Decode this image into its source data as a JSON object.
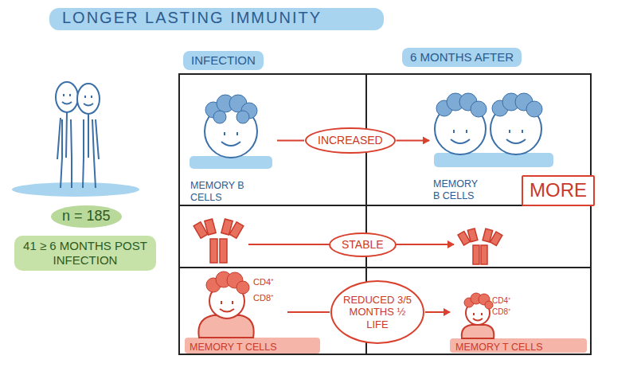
{
  "diagram": {
    "title": "LONGER LASTING IMMUNITY",
    "nodes": [
      {
        "text": [
          "n = 185"
        ]
      },
      {
        "text": [
          "41 ≥ 6 MONTHS POST INFECTION"
        ]
      },
      {
        "text": [
          "INFECTION"
        ]
      },
      {
        "text": [
          "6 MONTHS AFTER"
        ]
      },
      {
        "text": [
          "MEMORY B CELLS"
        ]
      },
      {
        "text": [
          "INCREASED"
        ]
      },
      {
        "text": [
          "MEMORY B CELLS"
        ]
      },
      {
        "text": [
          "MORE"
        ]
      },
      {
        "text": [
          "STABLE"
        ]
      },
      {
        "text": [
          "CD4⁺",
          "CD8⁺",
          "MEMORY T CELLS"
        ]
      },
      {
        "text": [
          "REDUCED 3/5 MONTHS ½ LIFE"
        ]
      },
      {
        "text": [
          "CD4⁺",
          "CD8⁺",
          "MEMORY T CELLS"
        ]
      }
    ],
    "edges": [
      {
        "from": 4,
        "to": 5,
        "arrow": "none"
      },
      {
        "from": 5,
        "to": 6,
        "arrow": "to"
      },
      {
        "from": 9,
        "to": 10,
        "arrow": "none"
      },
      {
        "from": 10,
        "to": 11,
        "arrow": "to"
      }
    ]
  }
}
